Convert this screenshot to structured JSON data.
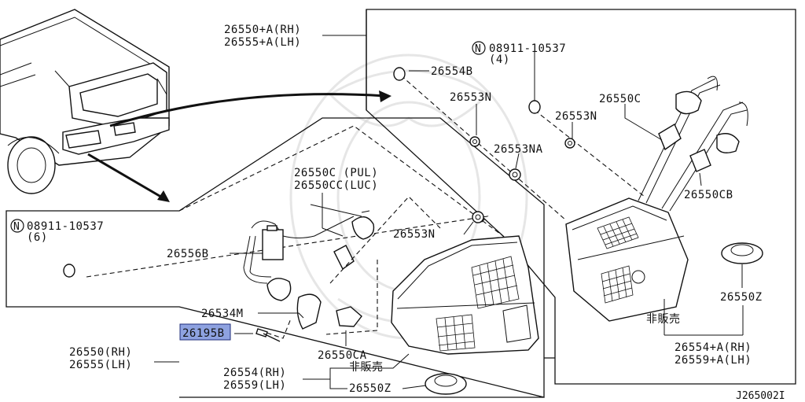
{
  "labels": {
    "outer_rh": "26550+A(RH)",
    "outer_lh": "26555+A(LH)",
    "nut_top": "08911-10537",
    "nut_top_qty": "(4)",
    "p26554b": "26554B",
    "p26553n_a": "26553N",
    "p26553n_b": "26553N",
    "p26553na": "26553NA",
    "p26550c_top": "26550C",
    "p26550cb": "26550CB",
    "p26550c_pul": "26550C (PUL)",
    "p26550cc_luc": "26550CC(LUC)",
    "p26553n_mid": "26553N",
    "nut_left": "08911-10537",
    "nut_left_qty": "(6)",
    "p26556b": "26556B",
    "p26534m": "26534M",
    "p26195b": "26195B",
    "p26550ca": "26550CA",
    "rh_main": "26550(RH)",
    "lh_main": "26555(LH)",
    "p26554_rh": "26554(RH)",
    "p26559_lh": "26559(LH)",
    "not_sold_a": "非販売",
    "not_sold_b": "非販売",
    "p26550z_a": "26550Z",
    "p26550z_b": "26550Z",
    "p26554a_rh": "26554+A(RH)",
    "p26559a_lh": "26559+A(LH)",
    "diagram_code": "J265002I",
    "n_symbol": "N"
  },
  "colors": {
    "highlight": "#8ea2e0",
    "line": "#111111"
  }
}
